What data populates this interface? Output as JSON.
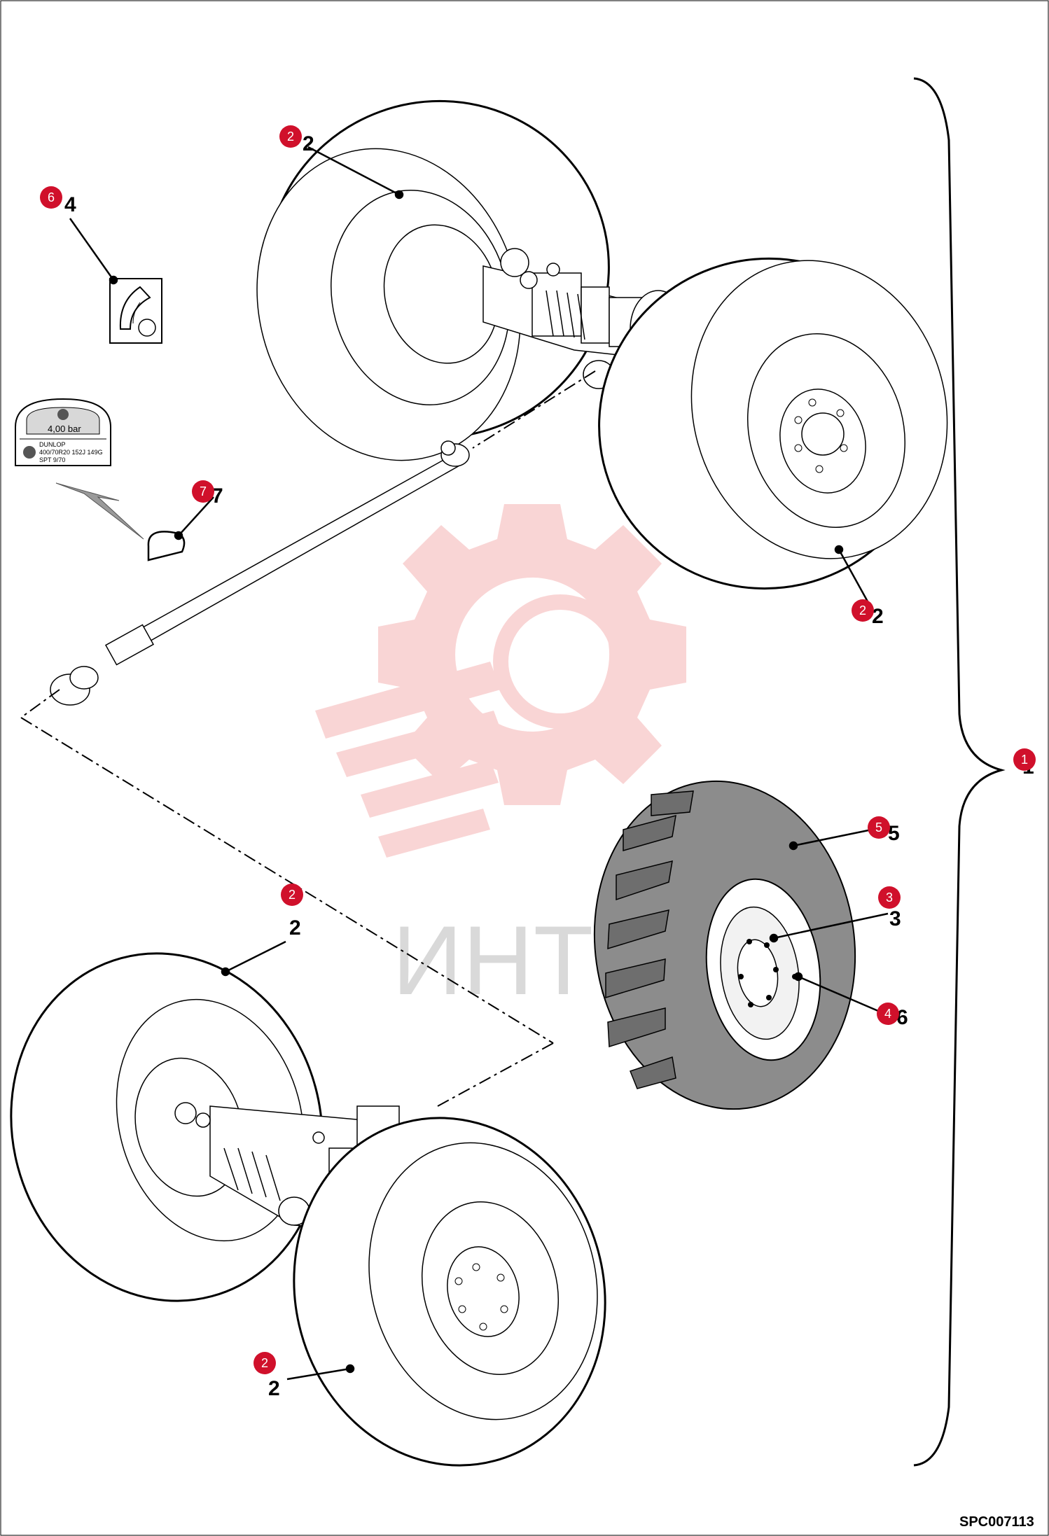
{
  "diagram": {
    "reference_code": "SPC007113",
    "watermark_text": "ИНТЕХ",
    "accent_color": "#d0102b",
    "watermark_color": "#f4b6b6",
    "pressure_label": {
      "pressure": "4,00 bar",
      "brand": "DUNLOP",
      "line2": "400/70R20 152J 149G",
      "line3": "SPT 9/70"
    },
    "callouts": [
      "1",
      "2",
      "2",
      "2",
      "2",
      "3",
      "4",
      "5",
      "6",
      "7"
    ],
    "part_numbers": [
      "2",
      "2",
      "2",
      "2",
      "3",
      "4",
      "5",
      "6",
      "7",
      "1"
    ]
  }
}
